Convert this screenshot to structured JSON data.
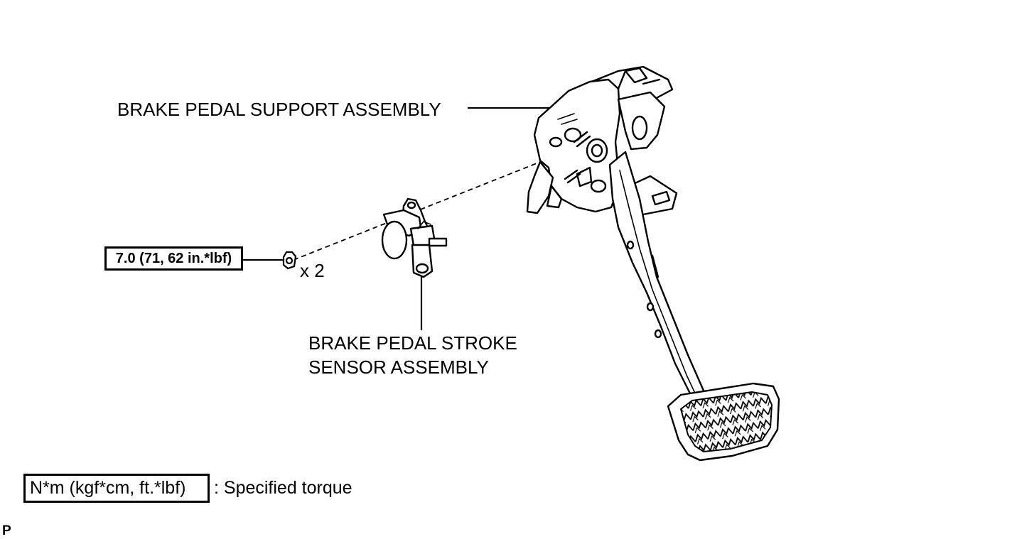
{
  "labels": {
    "support_assembly": "BRAKE PEDAL SUPPORT ASSEMBLY",
    "sensor_line1": "BRAKE PEDAL STROKE",
    "sensor_line2": "SENSOR ASSEMBLY",
    "nut_quantity": "x 2",
    "torque_value": "7.0 (71, 62 in.*lbf)"
  },
  "legend": {
    "torque_units": "N*m (kgf*cm, ft.*lbf)",
    "description": ": Specified torque"
  },
  "corner_mark": "P"
}
